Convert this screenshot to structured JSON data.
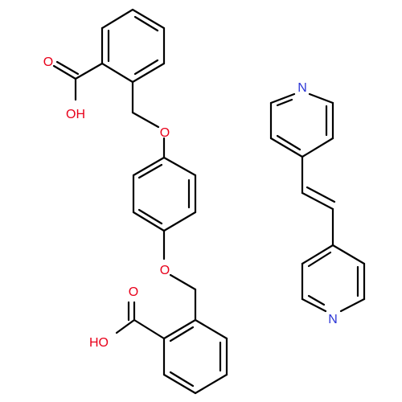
{
  "molecules": {
    "left": {
      "upper_carboxyl": {
        "o_label": "O",
        "oh_label": "OH"
      },
      "upper_ether": {
        "o_label": "O"
      },
      "lower_ether": {
        "o_label": "O"
      },
      "lower_carboxyl": {
        "o_label": "O",
        "oh_label": "HO"
      }
    },
    "right": {
      "top_pyridine": {
        "n_label": "N"
      },
      "bottom_pyridine": {
        "n_label": "N"
      }
    }
  },
  "colors": {
    "bond": "#000000",
    "oxygen": "#e8001a",
    "nitrogen": "#2b35d6",
    "background": "#ffffff"
  }
}
